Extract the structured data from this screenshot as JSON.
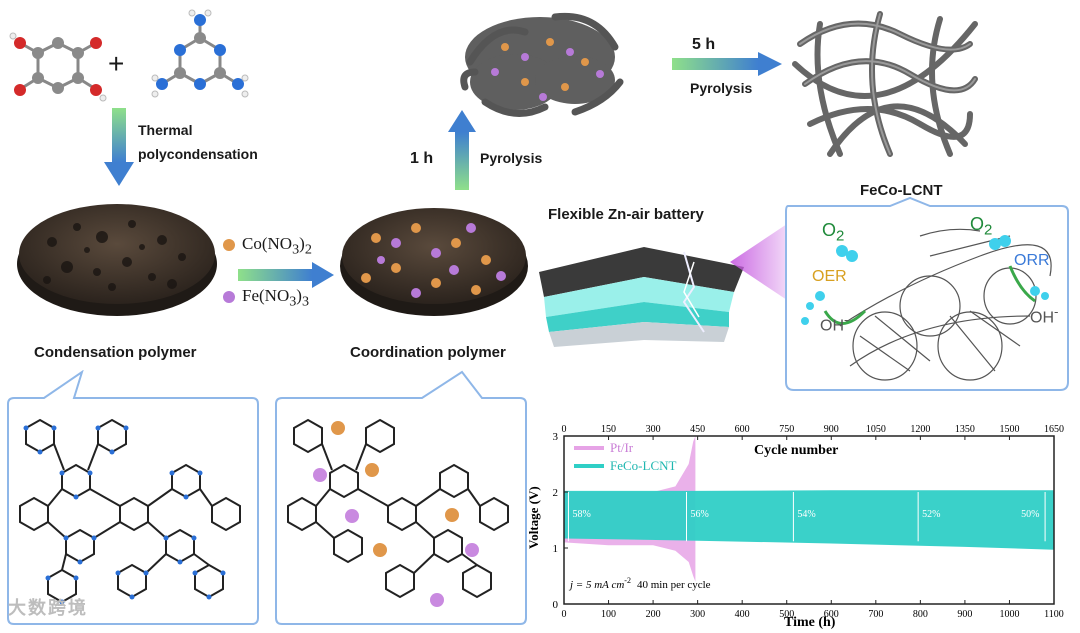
{
  "arrows": {
    "thermal_line1": "Thermal",
    "thermal_line2": "polycondensation",
    "pyrolysis_time_1": "1 h",
    "pyrolysis_label_1": "Pyrolysis",
    "pyrolysis_time_2": "5 h",
    "pyrolysis_label_2": "Pyrolysis"
  },
  "reagents": {
    "co": "Co(NO",
    "fe": "Fe(NO",
    "sub3": "3",
    "sub2": "2"
  },
  "plus": "+",
  "labels": {
    "condensation": "Condensation polymer",
    "coordination": "Coordination polymer",
    "battery": "Flexible Zn-air battery",
    "product": "FeCo-LCNT"
  },
  "inset": {
    "o2_left": "O",
    "o2_right": "O",
    "sub2": "2",
    "oer": "OER",
    "orr": "ORR",
    "oh_left": "OH",
    "oh_right": "OH",
    "minus": "-"
  },
  "chart_data": {
    "type": "area",
    "title": "Cycle number",
    "xlabel": "Time (h)",
    "ylabel": "Voltage (V)",
    "xlim": [
      0,
      1100
    ],
    "ylim": [
      0,
      3
    ],
    "x_ticks": [
      0,
      100,
      200,
      300,
      400,
      500,
      600,
      700,
      800,
      900,
      1000,
      1100
    ],
    "y_ticks": [
      0,
      1,
      2,
      3
    ],
    "top_axis_ticks": [
      0,
      150,
      300,
      450,
      600,
      750,
      900,
      1050,
      1200,
      1350,
      1500,
      1650
    ],
    "condition_text": "j = 5 mA cm",
    "condition_sup": "-2",
    "condition_tail": "40 min per cycle",
    "series": [
      {
        "name": "Pt/Ir",
        "color": "#e6a3e6",
        "x": [
          0,
          100,
          200,
          250,
          280,
          290,
          295
        ],
        "upper": [
          2.0,
          2.0,
          2.0,
          2.1,
          2.5,
          2.9,
          3.0
        ],
        "lower": [
          1.1,
          1.05,
          1.05,
          0.95,
          0.75,
          0.5,
          0.4
        ]
      },
      {
        "name": "FeCo-LCNT",
        "color": "#2fcfc6",
        "x": [
          0,
          300,
          600,
          900,
          1100
        ],
        "upper": [
          2.02,
          2.02,
          2.03,
          2.03,
          2.03
        ],
        "lower": [
          1.17,
          1.13,
          1.08,
          1.02,
          0.97
        ]
      }
    ],
    "efficiencies": [
      {
        "x": 10,
        "label": "58%"
      },
      {
        "x": 275,
        "label": "56%"
      },
      {
        "x": 515,
        "label": "54%"
      },
      {
        "x": 795,
        "label": "52%"
      },
      {
        "x": 1080,
        "label": "50%"
      }
    ]
  },
  "watermark": "大数跨境"
}
